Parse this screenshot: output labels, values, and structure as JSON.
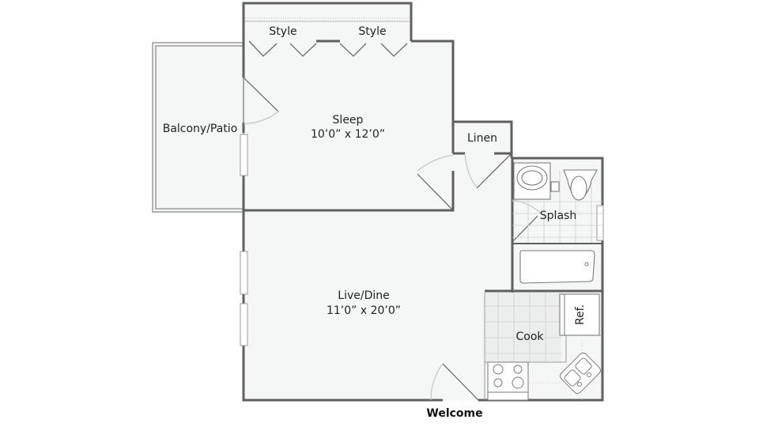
{
  "plan": {
    "colors": {
      "floor": "#f5f6f6",
      "wall": "#5f5f5f",
      "thin": "#9a9a9a",
      "tile": "#c8c8c8",
      "background": "#ffffff"
    },
    "rooms": {
      "sleep": {
        "name": "Sleep",
        "size": "10’0” x 12’0”"
      },
      "live": {
        "name": "Live/Dine",
        "size": "11’0” x 20’0”"
      },
      "balcony": {
        "name": "Balcony/Patio"
      },
      "linen": {
        "name": "Linen"
      },
      "splash": {
        "name": "Splash"
      },
      "cook": {
        "name": "Cook"
      },
      "ref": {
        "name": "Ref."
      },
      "style_left": {
        "name": "Style"
      },
      "style_right": {
        "name": "Style"
      }
    },
    "entry": {
      "label": "Welcome"
    }
  }
}
